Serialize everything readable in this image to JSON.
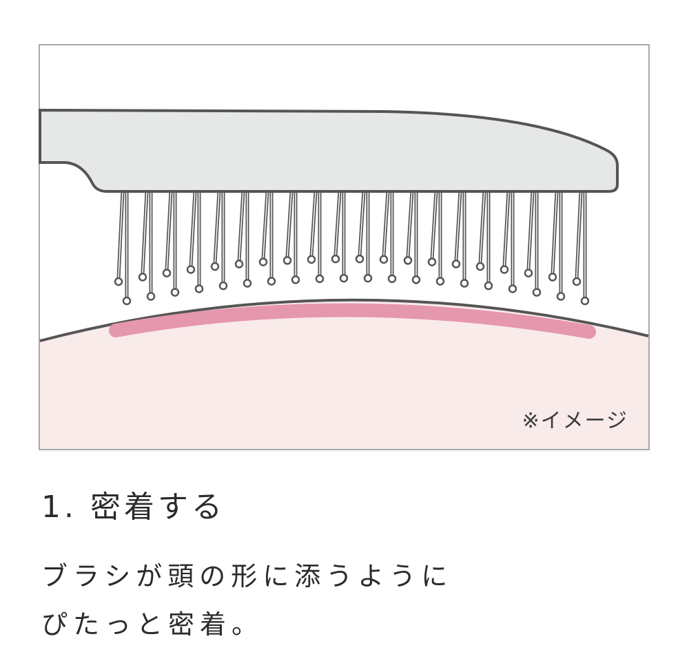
{
  "illustration": {
    "caption": "※イメージ",
    "colors": {
      "frame": "#a8a8a8",
      "brush": "#e6e7e7",
      "outline": "#555555",
      "scalp": "#f9ebea",
      "contact": "#e597ae"
    }
  },
  "heading": "1. 密着する",
  "description": [
    "ブラシが頭の形に添うように",
    "ぴたっと密着。"
  ]
}
